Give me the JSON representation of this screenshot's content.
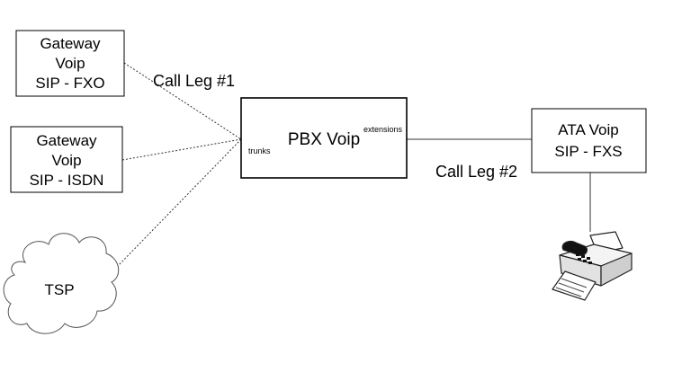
{
  "nodes": {
    "gateway_fxo": {
      "lines": [
        "Gateway",
        "Voip",
        "SIP - FXO"
      ]
    },
    "gateway_isdn": {
      "lines": [
        "Gateway",
        "Voip",
        "SIP - ISDN"
      ]
    },
    "tsp": {
      "label": "TSP"
    },
    "pbx": {
      "label": "PBX Voip",
      "trunks_label": "trunks",
      "extensions_label": "extensions"
    },
    "ata": {
      "lines": [
        "ATA Voip",
        "SIP - FXS"
      ]
    },
    "fax": {
      "icon": "fax-machine-icon"
    }
  },
  "edges": {
    "call_leg_1": {
      "label": "Call Leg #1",
      "style": "dotted"
    },
    "call_leg_2": {
      "label": "Call Leg #2",
      "style": "solid"
    }
  }
}
